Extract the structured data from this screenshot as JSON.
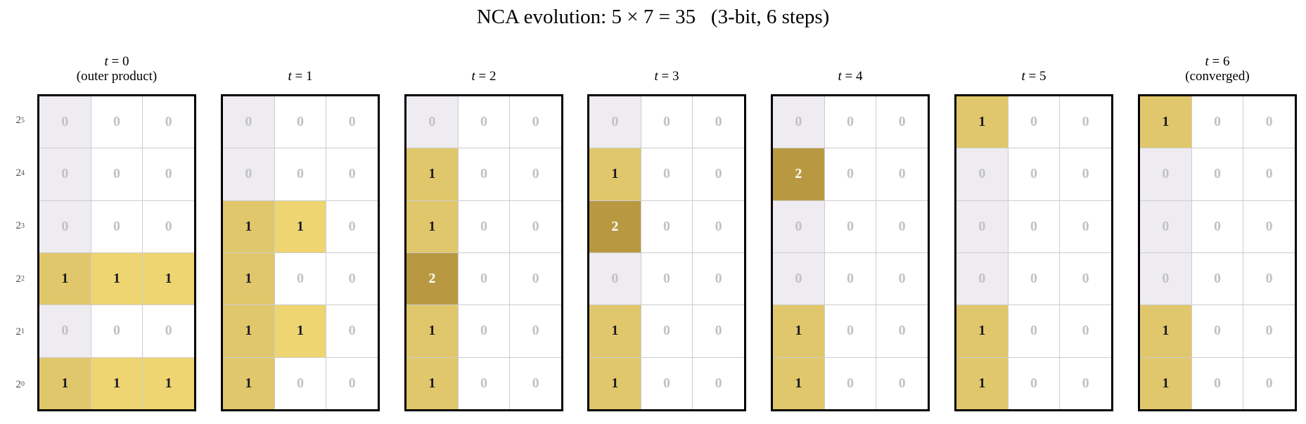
{
  "title": "NCA evolution: 5 × 7 = 35   (3-bit, 6 steps)",
  "chart_data": {
    "type": "heatmap",
    "title": "NCA evolution: 5 × 7 = 35   (3-bit, 6 steps)",
    "grid_shape": {
      "rows": 6,
      "cols": 3
    },
    "row_label_base": "2",
    "row_exponents": [
      5,
      4,
      3,
      2,
      1,
      0
    ],
    "rows": [
      "2^5",
      "2^4",
      "2^3",
      "2^2",
      "2^1",
      "2^0"
    ],
    "highlight_column": 0,
    "value_range": [
      0,
      2
    ],
    "panels": [
      {
        "t": 0,
        "label_var": "t",
        "label_rest": " = 0",
        "subtitle": "(outer product)",
        "grid": [
          [
            0,
            0,
            0
          ],
          [
            0,
            0,
            0
          ],
          [
            0,
            0,
            0
          ],
          [
            1,
            1,
            1
          ],
          [
            0,
            0,
            0
          ],
          [
            1,
            1,
            1
          ]
        ]
      },
      {
        "t": 1,
        "label_var": "t",
        "label_rest": " = 1",
        "subtitle": "",
        "grid": [
          [
            0,
            0,
            0
          ],
          [
            0,
            0,
            0
          ],
          [
            1,
            1,
            0
          ],
          [
            1,
            0,
            0
          ],
          [
            1,
            1,
            0
          ],
          [
            1,
            0,
            0
          ]
        ]
      },
      {
        "t": 2,
        "label_var": "t",
        "label_rest": " = 2",
        "subtitle": "",
        "grid": [
          [
            0,
            0,
            0
          ],
          [
            1,
            0,
            0
          ],
          [
            1,
            0,
            0
          ],
          [
            2,
            0,
            0
          ],
          [
            1,
            0,
            0
          ],
          [
            1,
            0,
            0
          ]
        ]
      },
      {
        "t": 3,
        "label_var": "t",
        "label_rest": " = 3",
        "subtitle": "",
        "grid": [
          [
            0,
            0,
            0
          ],
          [
            1,
            0,
            0
          ],
          [
            2,
            0,
            0
          ],
          [
            0,
            0,
            0
          ],
          [
            1,
            0,
            0
          ],
          [
            1,
            0,
            0
          ]
        ]
      },
      {
        "t": 4,
        "label_var": "t",
        "label_rest": " = 4",
        "subtitle": "",
        "grid": [
          [
            0,
            0,
            0
          ],
          [
            2,
            0,
            0
          ],
          [
            0,
            0,
            0
          ],
          [
            0,
            0,
            0
          ],
          [
            1,
            0,
            0
          ],
          [
            1,
            0,
            0
          ]
        ]
      },
      {
        "t": 5,
        "label_var": "t",
        "label_rest": " = 5",
        "subtitle": "",
        "grid": [
          [
            1,
            0,
            0
          ],
          [
            0,
            0,
            0
          ],
          [
            0,
            0,
            0
          ],
          [
            0,
            0,
            0
          ],
          [
            1,
            0,
            0
          ],
          [
            1,
            0,
            0
          ]
        ]
      },
      {
        "t": 6,
        "label_var": "t",
        "label_rest": " = 6",
        "subtitle": "(converged)",
        "grid": [
          [
            1,
            0,
            0
          ],
          [
            0,
            0,
            0
          ],
          [
            0,
            0,
            0
          ],
          [
            0,
            0,
            0
          ],
          [
            1,
            0,
            0
          ],
          [
            1,
            0,
            0
          ]
        ]
      }
    ]
  },
  "colors": {
    "cell_zero": "#ffffff",
    "cell_zero_highlight": "#eeecf1",
    "cell_one": "#eed571",
    "cell_one_highlight": "#e1c76b",
    "cell_two_highlight": "#b89942",
    "text_zero": "#c2c2c6",
    "text_one": "#1a1a24",
    "text_two": "#ffffff",
    "grid_line": "#cccccc",
    "panel_border": "#000000",
    "row_label": "#4d4d4d"
  }
}
